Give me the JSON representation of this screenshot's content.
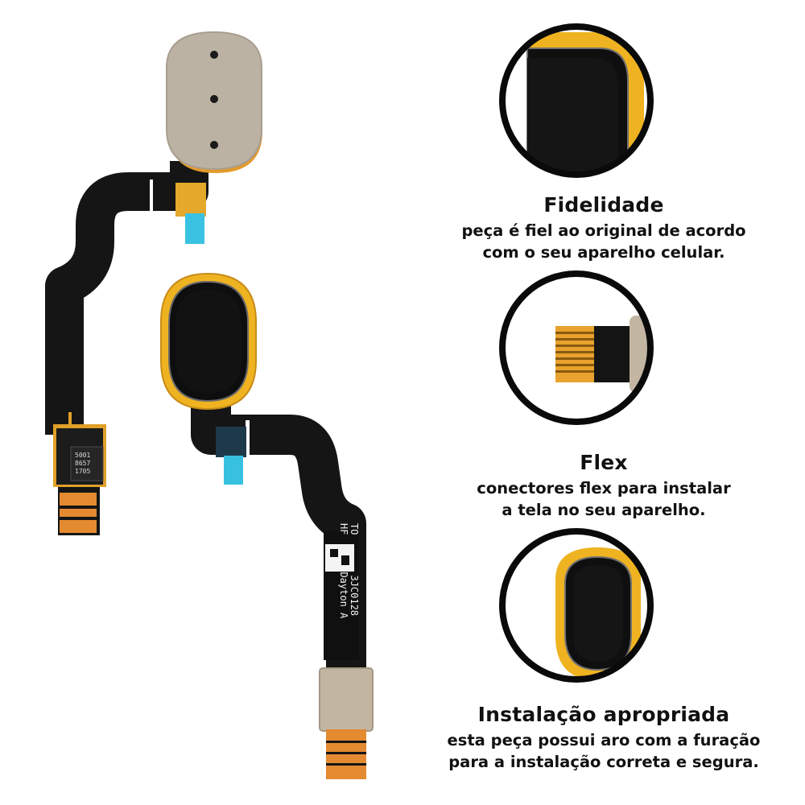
{
  "features": [
    {
      "title": "Fidelidade",
      "lines": [
        "peça é fiel ao original de acordo",
        "com o seu aparelho celular."
      ],
      "icon": "fingerprint-sensor-closeup-icon"
    },
    {
      "title": "Flex",
      "lines": [
        "conectores flex para instalar",
        "a tela no seu aparelho."
      ],
      "icon": "flex-connector-closeup-icon"
    },
    {
      "title": "Instalação apropriada",
      "lines": [
        "esta peça possui aro com a furação",
        "para a instalação correta e segura."
      ],
      "icon": "sensor-ring-closeup-icon"
    }
  ],
  "chip_markings": [
    "5001",
    "8657",
    "1705"
  ],
  "cable_label": [
    "TO",
    "3JC0128",
    "HF",
    "Dayton A"
  ],
  "colors": {
    "flex_black": "#151515",
    "flex_orange": "#e2a52a",
    "connector_cyan": "#38c0e0",
    "metal": "#bdb3a5",
    "ring_gold": "#efb321"
  }
}
